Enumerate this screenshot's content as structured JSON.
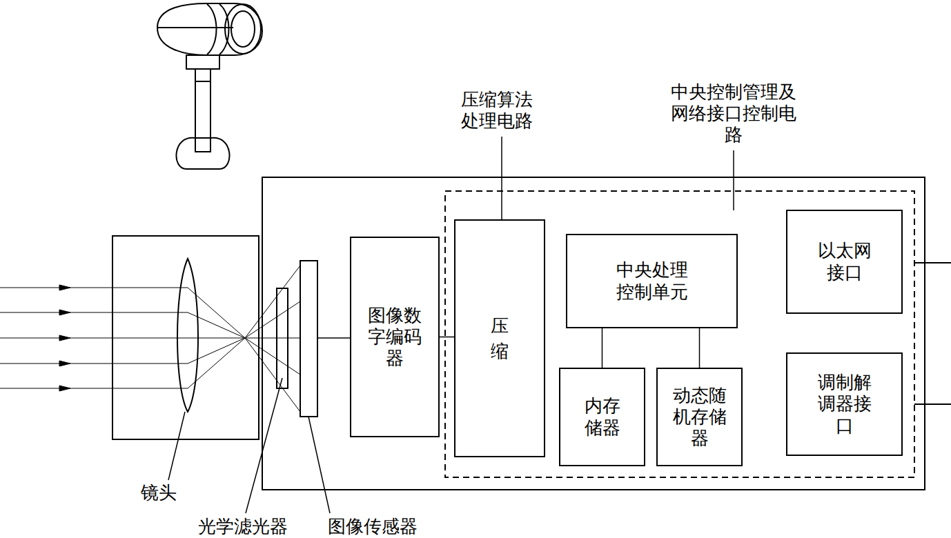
{
  "diagram": {
    "nodes": [
      {
        "text": [
          "图像数字编码器"
        ]
      },
      {
        "text": [
          "压缩"
        ]
      },
      {
        "text": [
          "中央处理控制单元"
        ]
      },
      {
        "text": [
          "内存储器"
        ]
      },
      {
        "text": [
          "动态随机存储器"
        ]
      },
      {
        "text": [
          "以太网接口"
        ]
      },
      {
        "text": [
          "调制解调器接口"
        ]
      }
    ],
    "edges": [
      {
        "from": 0,
        "to": 1,
        "arrow": "none"
      },
      {
        "from": 2,
        "to": 3,
        "arrow": "none"
      },
      {
        "from": 2,
        "to": 4,
        "arrow": "none"
      }
    ],
    "labels": [
      "压缩算法处理电路",
      "中央控制管理及网络接口控制电路",
      "镜头",
      "光学滤光器",
      "图像传感器"
    ]
  }
}
